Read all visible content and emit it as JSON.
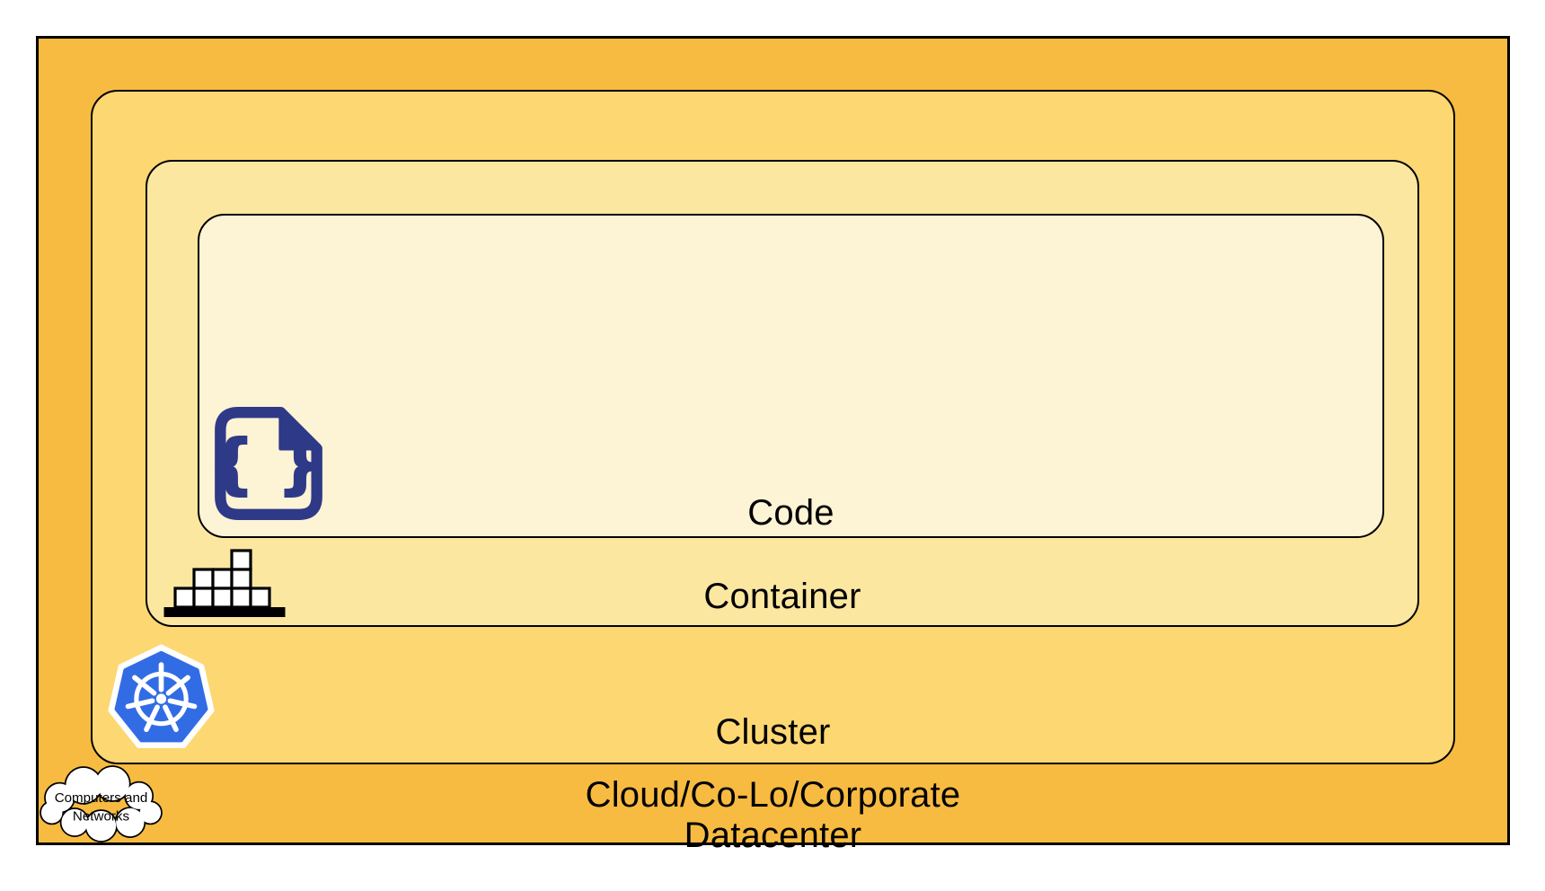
{
  "layers": {
    "code": {
      "label": "Code",
      "fill": "#FDF3D5"
    },
    "container": {
      "label": "Container",
      "fill": "#FCE7A1"
    },
    "cluster": {
      "label": "Cluster",
      "fill": "#FCD772"
    },
    "datacenter": {
      "label_line1": "Cloud/Co-Lo/Corporate",
      "label_line2": "Datacenter",
      "fill": "#F7BB41"
    }
  },
  "icons": {
    "code_file": {
      "name": "code-file-icon",
      "glyph": "{ }",
      "color": "#2E3A87"
    },
    "container_stack": {
      "name": "container-stack-icon",
      "color": "#000000"
    },
    "kubernetes": {
      "name": "kubernetes-helm-icon",
      "color": "#326CE5"
    },
    "cloud": {
      "name": "computers-networks-cloud-icon",
      "label_line1": "Computers and",
      "label_line2": "Networks"
    }
  },
  "frame": {
    "border_color": "#000000",
    "background": "#FFFFFF"
  }
}
